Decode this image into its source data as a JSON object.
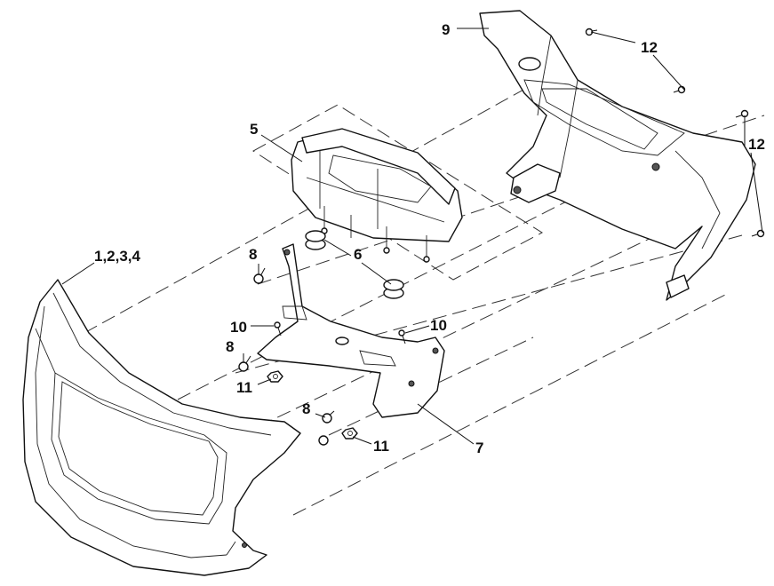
{
  "callouts": {
    "c9": "9",
    "c12a": "12",
    "c12b": "12",
    "c5": "5",
    "c6": "6",
    "c1234": "1,2,3,4",
    "c8a": "8",
    "c8b": "8",
    "c8c": "8",
    "c10a": "10",
    "c10b": "10",
    "c11a": "11",
    "c11b": "11",
    "c7": "7"
  }
}
